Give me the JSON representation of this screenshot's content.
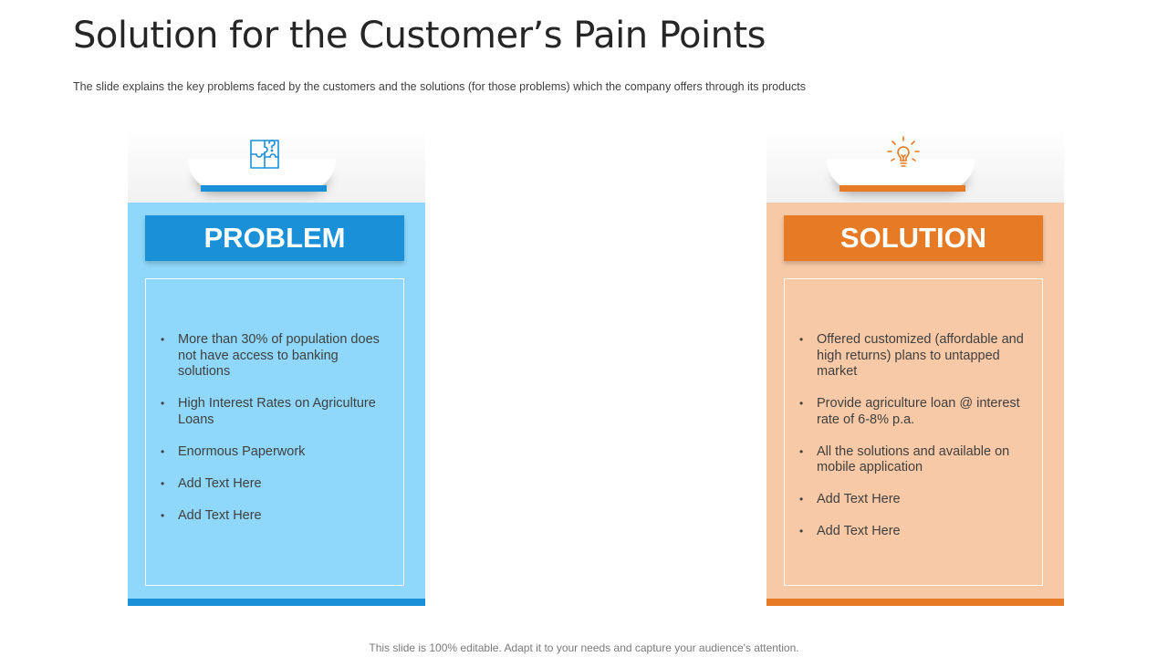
{
  "title": "Solution for the Customer’s Pain Points",
  "subtitle": "The slide explains the key problems faced by the customers and the solutions (for those problems) which the company offers through its products",
  "colors": {
    "problem_accent": "#1a90d8",
    "problem_fill": "#8fd8fb",
    "solution_accent": "#e67a25",
    "solution_fill": "#f8c9a6"
  },
  "problem": {
    "icon": "puzzle-question-icon",
    "heading": "PROBLEM",
    "items": [
      "More than 30% of population does not have access to banking solutions",
      "High Interest Rates on Agriculture Loans",
      "Enormous Paperwork",
      "Add Text Here",
      "Add Text Here"
    ]
  },
  "solution": {
    "icon": "lightbulb-icon",
    "heading": "SOLUTION",
    "items": [
      "Offered customized (affordable and high returns) plans to untapped market",
      "Provide agriculture loan @ interest rate of 6-8% p.a.",
      "All the solutions and available on mobile application",
      "Add Text Here",
      "Add Text Here"
    ]
  },
  "footer": "This slide is 100% editable. Adapt it to your needs and capture your audience's attention."
}
